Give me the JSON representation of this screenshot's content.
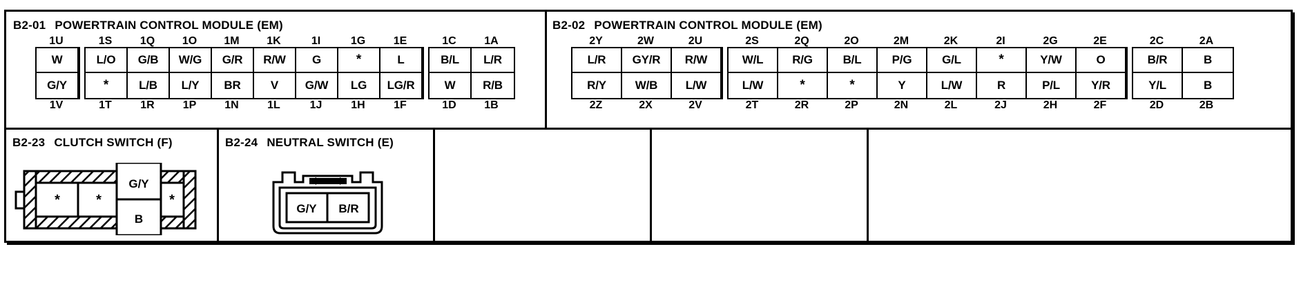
{
  "connectors": {
    "b2_01": {
      "code": "B2-01",
      "name": "POWERTRAIN CONTROL MODULE (EM)",
      "top_pins": [
        "1U",
        "1S",
        "1Q",
        "1O",
        "1M",
        "1K",
        "1I",
        "1G",
        "1E",
        "1C",
        "1A"
      ],
      "bottom_pins": [
        "1V",
        "1T",
        "1R",
        "1P",
        "1N",
        "1L",
        "1J",
        "1H",
        "1F",
        "1D",
        "1B"
      ],
      "top_row": [
        "W",
        "L/O",
        "G/B",
        "W/G",
        "G/R",
        "R/W",
        "G",
        "*",
        "L",
        "B/L",
        "L/R"
      ],
      "bottom_row": [
        "G/Y",
        "*",
        "L/B",
        "L/Y",
        "BR",
        "V",
        "G/W",
        "LG",
        "LG/R",
        "W",
        "R/B"
      ],
      "gap_after_index": [
        0,
        8
      ]
    },
    "b2_02": {
      "code": "B2-02",
      "name": "POWERTRAIN CONTROL MODULE (EM)",
      "top_pins": [
        "2Y",
        "2W",
        "2U",
        "2S",
        "2Q",
        "2O",
        "2M",
        "2K",
        "2I",
        "2G",
        "2E",
        "2C",
        "2A"
      ],
      "bottom_pins": [
        "2Z",
        "2X",
        "2V",
        "2T",
        "2R",
        "2P",
        "2N",
        "2L",
        "2J",
        "2H",
        "2F",
        "2D",
        "2B"
      ],
      "top_row": [
        "L/R",
        "GY/R",
        "R/W",
        "W/L",
        "R/G",
        "B/L",
        "P/G",
        "G/L",
        "*",
        "Y/W",
        "O",
        "B/R",
        "B"
      ],
      "bottom_row": [
        "R/Y",
        "W/B",
        "L/W",
        "L/W",
        "*",
        "*",
        "Y",
        "L/W",
        "R",
        "P/L",
        "Y/R",
        "Y/L",
        "B"
      ],
      "gap_after_index": [
        2,
        10
      ]
    },
    "b2_23": {
      "code": "B2-23",
      "name": "CLUTCH SWITCH (F)",
      "cells": [
        "*",
        "*",
        "*"
      ],
      "center_top": "G/Y",
      "center_bottom": "B"
    },
    "b2_24": {
      "code": "B2-24",
      "name": "NEUTRAL SWITCH (E)",
      "cells": [
        "G/Y",
        "B/R"
      ]
    },
    "empty_panels": [
      {
        "code": "",
        "name": ""
      },
      {
        "code": "",
        "name": ""
      },
      {
        "code": "",
        "name": ""
      }
    ]
  },
  "colors": {
    "ink": "#000000",
    "paper": "#ffffff"
  }
}
